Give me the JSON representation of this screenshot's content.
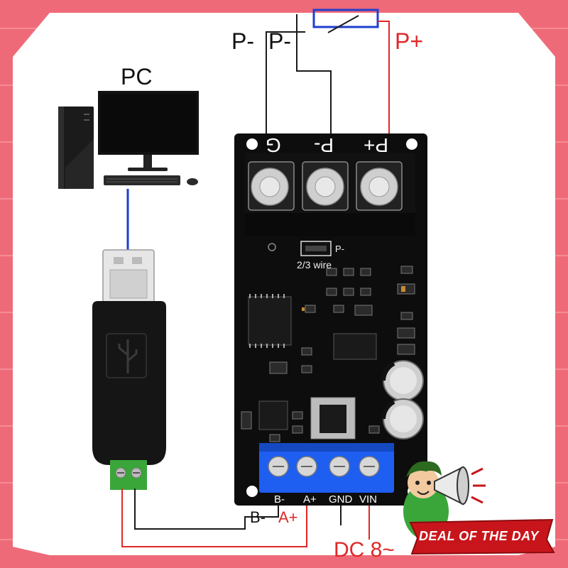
{
  "colors": {
    "frame": "#ef6a78",
    "wire_black": "#1a1a1a",
    "wire_red": "#e02828",
    "wire_blue": "#1f3fd0",
    "pcb": "#0d0d0d",
    "terminal_top": "#111111",
    "terminal_bottom": "#1e5ef0",
    "adapter_green": "#3aa63a",
    "banner": "#c8151b"
  },
  "labels": {
    "pc": "PC",
    "p_minus_left": "P-",
    "p_minus_right": "P-",
    "p_plus_top": "P+",
    "board_g": "G",
    "board_p_minus": "P-",
    "board_p_plus": "P+",
    "jumper_p_minus": "P-",
    "wire_mode": "2/3 wire",
    "bottom_b_minus": "B-",
    "bottom_a_plus": "A+",
    "bottom_gnd": "GND",
    "bottom_vin": "VIN",
    "wire_b_minus": "B-",
    "wire_a_plus": "A+",
    "dc_label": "DC 8~",
    "deal_banner": "DEAL OF THE DAY"
  },
  "icons": [
    "usb-icon",
    "megaphone-icon"
  ]
}
